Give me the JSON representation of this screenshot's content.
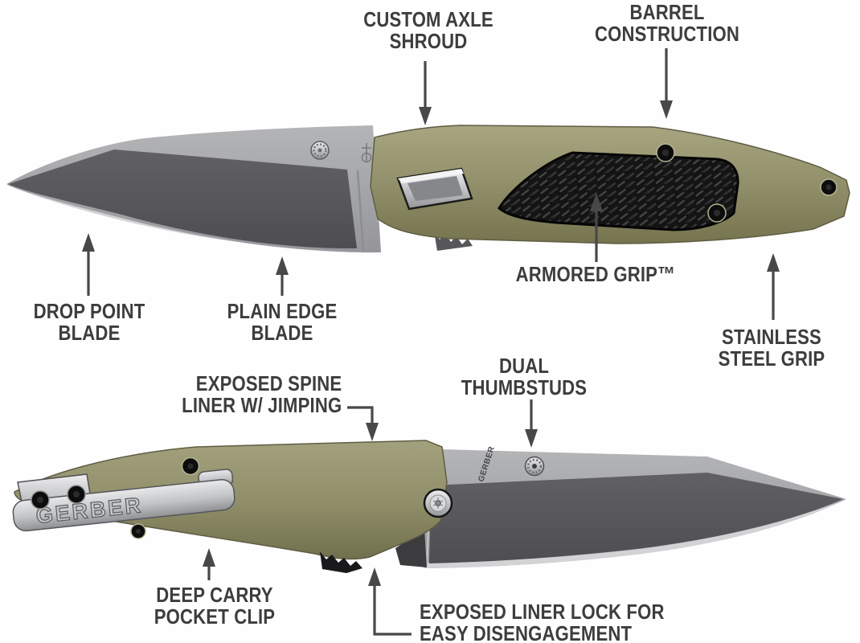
{
  "diagram": {
    "title": "Gerber folding knife feature callout diagram",
    "views": [
      {
        "name": "front-side-open",
        "description": "knife open, blade pointing left"
      },
      {
        "name": "back-side-open",
        "description": "knife open, blade pointing right, pocket clip visible"
      }
    ]
  },
  "brand": {
    "clip_text": "GERBER",
    "blade_etch_text": "GERBER",
    "blade_logo_icon": "gerber-sword-shield-logo"
  },
  "labels": [
    {
      "id": "custom-axle-shroud",
      "lines": [
        "CUSTOM AXLE",
        "SHROUD"
      ],
      "arrow": "down"
    },
    {
      "id": "barrel-construction",
      "lines": [
        "BARREL",
        "CONSTRUCTION"
      ],
      "arrow": "down"
    },
    {
      "id": "drop-point-blade",
      "lines": [
        "DROP POINT",
        "BLADE"
      ],
      "arrow": "up"
    },
    {
      "id": "plain-edge-blade",
      "lines": [
        "PLAIN EDGE",
        "BLADE"
      ],
      "arrow": "up"
    },
    {
      "id": "armored-grip",
      "lines": [
        "ARMORED GRIP™"
      ],
      "arrow": "up"
    },
    {
      "id": "stainless-steel-grip",
      "lines": [
        "STAINLESS",
        "STEEL GRIP"
      ],
      "arrow": "up"
    },
    {
      "id": "exposed-spine-liner",
      "lines": [
        "EXPOSED SPINE",
        "LINER W/ JIMPING"
      ],
      "arrow": "elbow-down"
    },
    {
      "id": "dual-thumbstuds",
      "lines": [
        "DUAL",
        "THUMBSTUDS"
      ],
      "arrow": "down"
    },
    {
      "id": "deep-carry-pocket-clip",
      "lines": [
        "DEEP CARRY",
        "POCKET CLIP"
      ],
      "arrow": "up"
    },
    {
      "id": "exposed-liner-lock",
      "lines": [
        "EXPOSED LINER LOCK FOR",
        "EASY DISENGAGEMENT"
      ],
      "arrow": "elbow-up"
    }
  ],
  "colors": {
    "label_text": "#3d3d3f",
    "arrow": "#48484a",
    "handle_green": "#92906b",
    "handle_green_light": "#a5a37f",
    "handle_green_dark": "#75734f",
    "blade_dark": "#56565a",
    "blade_spine": "#a7a8aa",
    "blade_edge_bevel": "#d2d3d4",
    "grip_insert_black": "#141414",
    "steel_silver": "#c7c8ca",
    "background": "#fefefe"
  }
}
